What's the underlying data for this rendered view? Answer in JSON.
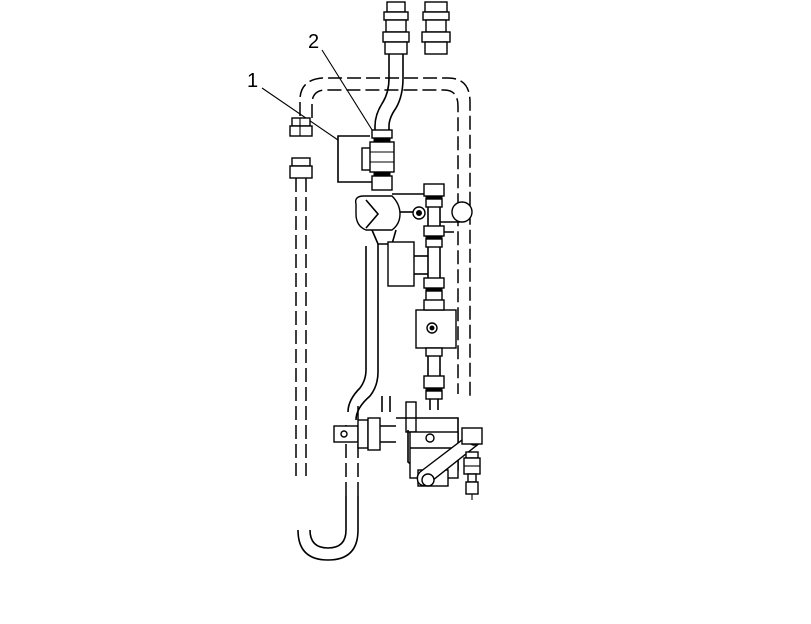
{
  "callouts": [
    {
      "id": "1",
      "label": "1"
    },
    {
      "id": "2",
      "label": "2"
    }
  ],
  "colors": {
    "line": "#000000",
    "background": "#ffffff"
  }
}
